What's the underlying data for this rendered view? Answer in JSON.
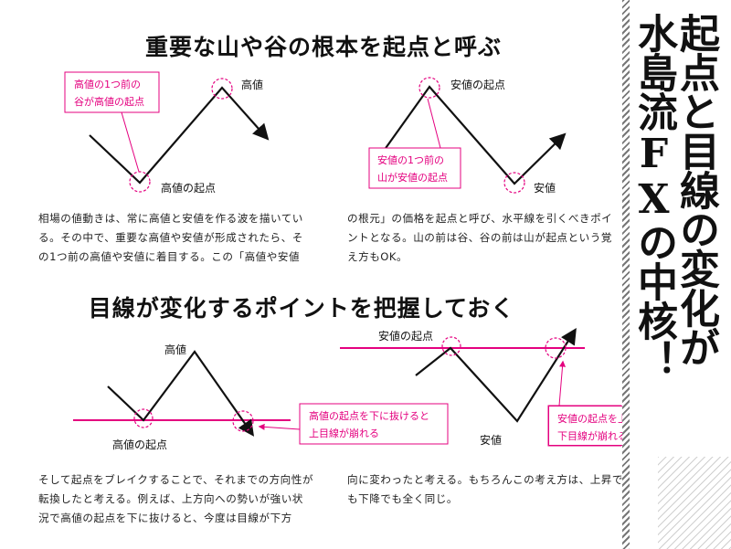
{
  "section1": {
    "heading": "重要な山や谷の根本を起点と呼ぶ",
    "diagram_left": {
      "callout_line1": "高値の1つ前の",
      "callout_line2": "谷が高値の起点",
      "peak_label": "高値",
      "origin_label": "高値の起点"
    },
    "diagram_right": {
      "origin_label": "安値の起点",
      "callout_line1": "安値の1つ前の",
      "callout_line2": "山が安値の起点",
      "trough_label": "安値"
    },
    "body_left": "相場の値動きは、常に高値と安値を作る波を描いてい\nる。その中で、重要な高値や安値が形成されたら、そ\nの1つ前の高値や安値に着目する。この「高値や安値",
    "body_right": "の根元」の価格を起点と呼び、水平線を引くべきポイ\nントとなる。山の前は谷、谷の前は山が起点という覚\nえ方もOK。"
  },
  "section2": {
    "heading": "目線が変化するポイントを把握しておく",
    "diagram_left": {
      "peak_label": "高値",
      "origin_label": "高値の起点",
      "callout_line1": "高値の起点を下に抜けると",
      "callout_line2": "上目線が崩れる"
    },
    "diagram_right": {
      "origin_label": "安値の起点",
      "trough_label": "安値",
      "callout_line1": "安値の起点を上に抜けると",
      "callout_line2": "下目線が崩れる"
    },
    "body_left": "そして起点をブレイクすることで、それまでの方向性が\n転換したと考える。例えば、上方向への勢いが強い状\n況で高値の起点を下に抜けると、今度は目線が下方",
    "body_right": "向に変わったと考える。もちろんこの考え方は、上昇で\nも下降でも全く同じ。"
  },
  "sidebar": {
    "line1": "起点と目線の変化が",
    "line2": "水島流FXの中核！"
  },
  "colors": {
    "accent": "#e4007f",
    "line": "#111111",
    "text": "#222222"
  }
}
